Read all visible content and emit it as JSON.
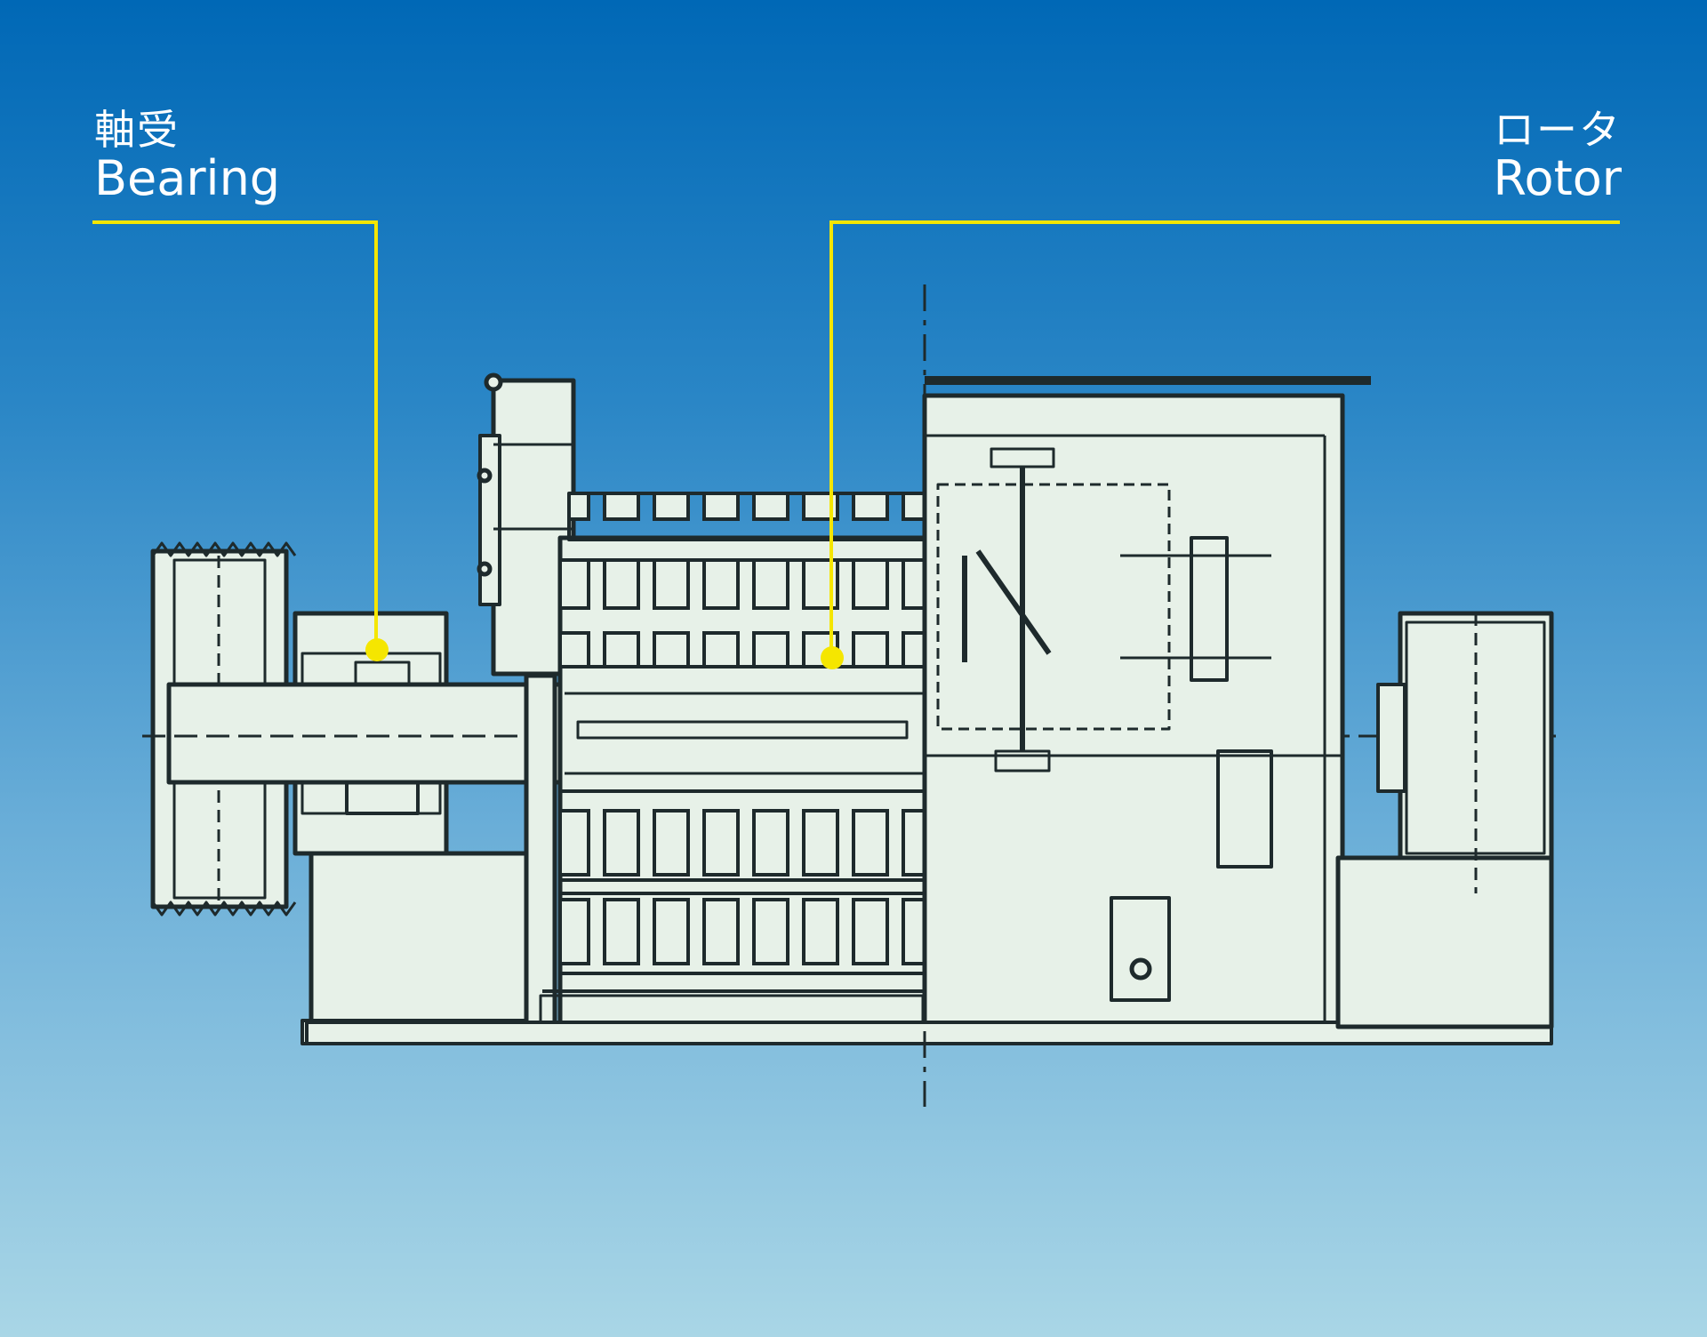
{
  "callouts": {
    "bearing": {
      "jp": "軸受",
      "en": "Bearing"
    },
    "rotor": {
      "jp": "ロータ",
      "en": "Rotor"
    }
  },
  "colors": {
    "background_top": "#0068b6",
    "background_bottom": "#a9d6e6",
    "machine_fill": "#e7f1e8",
    "line_ink": "#1e2a2c",
    "callout": "#f5e600"
  }
}
